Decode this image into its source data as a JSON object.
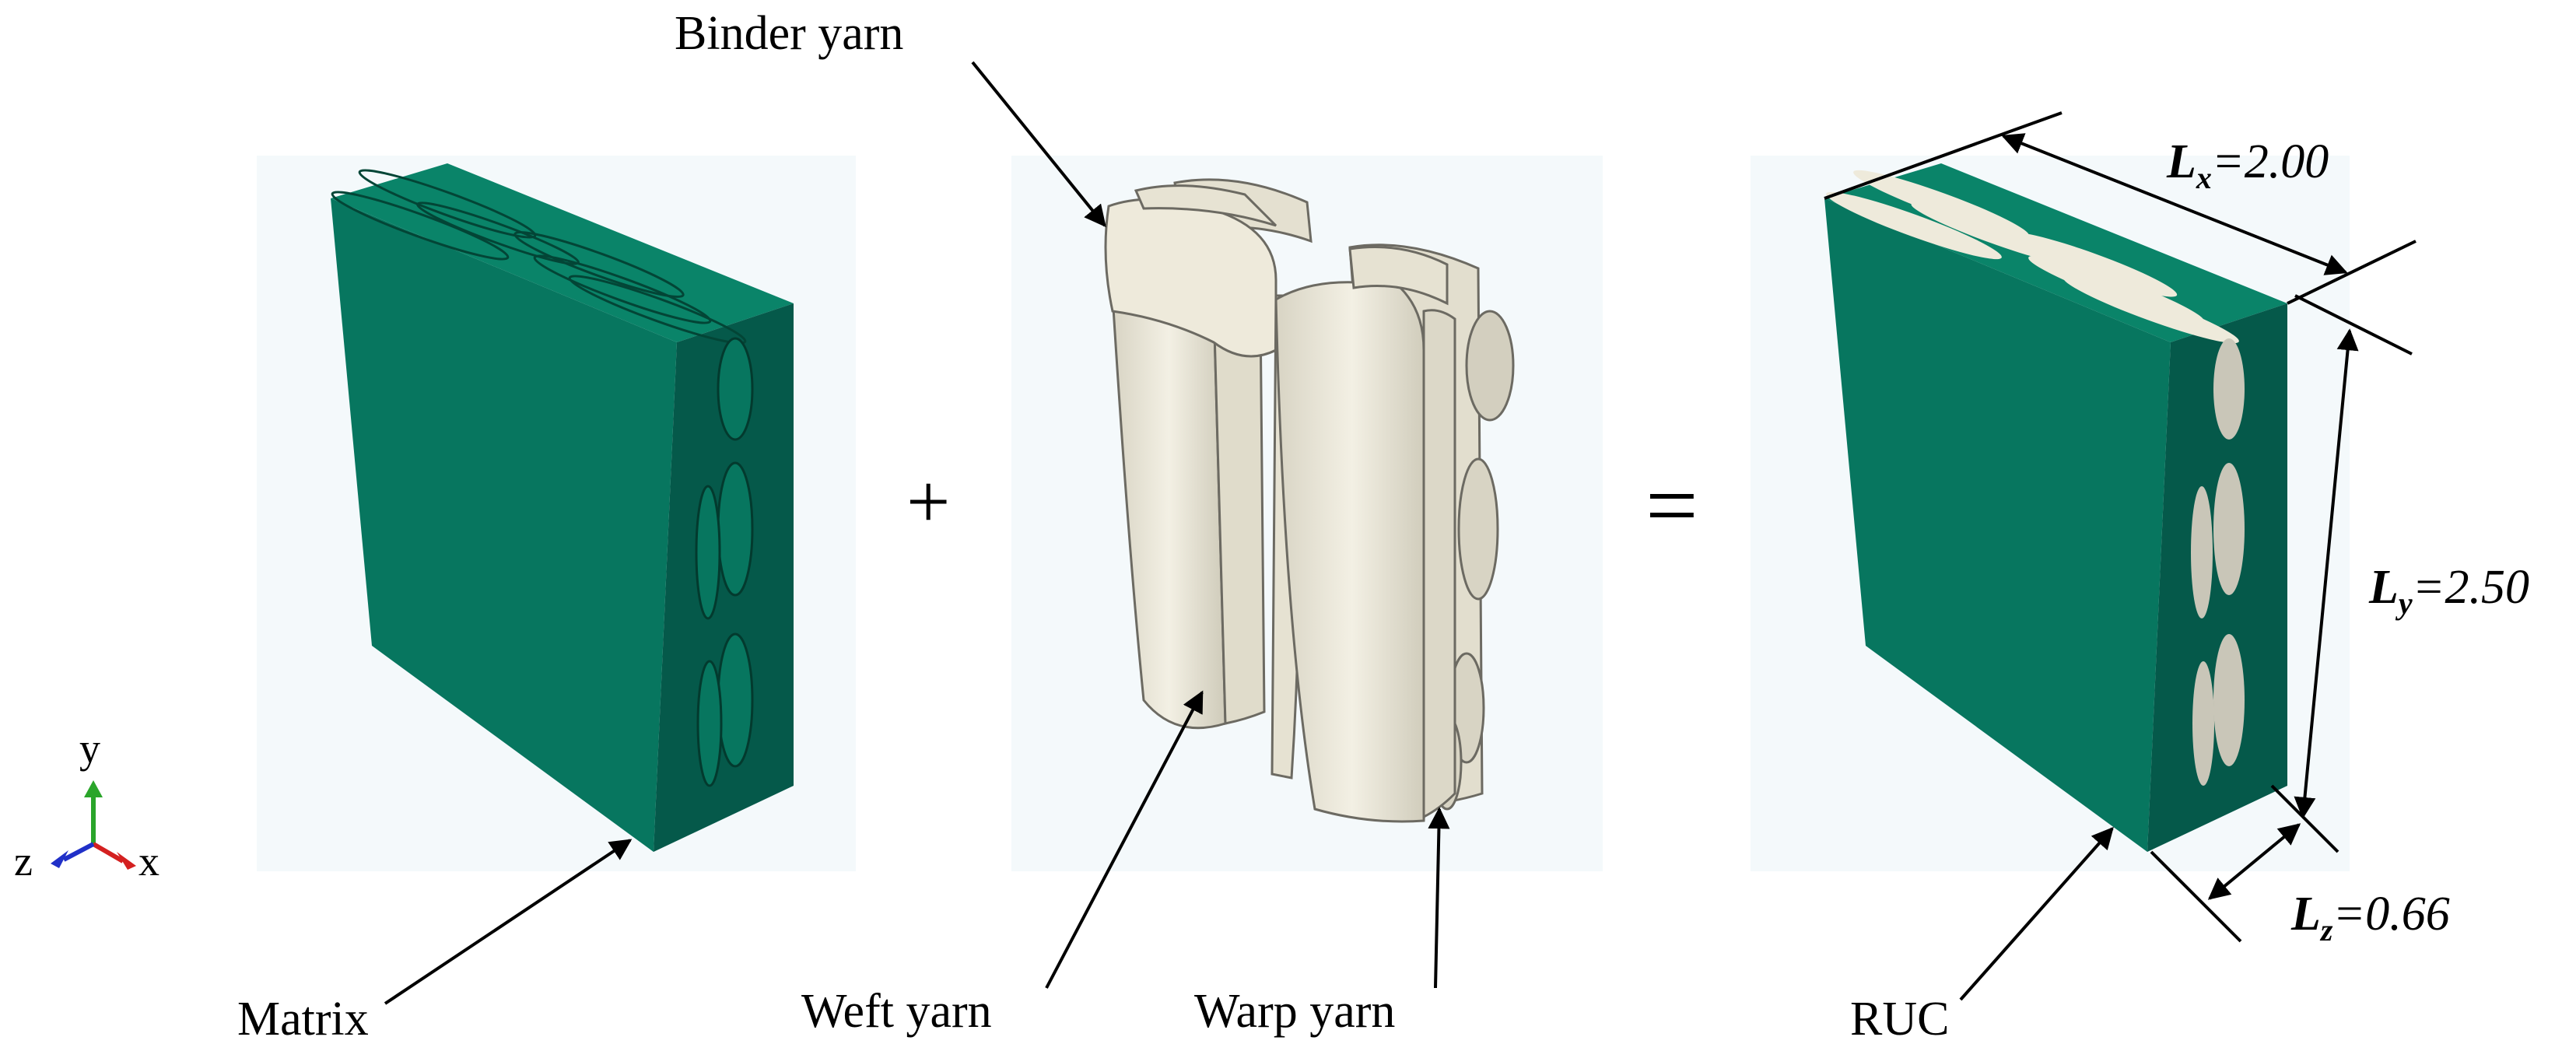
{
  "labels": {
    "binder_yarn": "Binder yarn",
    "matrix": "Matrix",
    "weft_yarn": "Weft yarn",
    "warp_yarn": "Warp yarn",
    "ruc": "RUC",
    "plus": "+",
    "equals": "="
  },
  "axes": {
    "y": "y",
    "z": "z",
    "x": "x"
  },
  "dimensions": {
    "lx": {
      "symbol": "L",
      "sub": "x",
      "value": "=2.00"
    },
    "ly": {
      "symbol": "L",
      "sub": "y",
      "value": "=2.50"
    },
    "lz": {
      "symbol": "L",
      "sub": "z",
      "value": "=0.66"
    }
  },
  "colors": {
    "matrix_front": "#07765f",
    "matrix_side": "#05594a",
    "matrix_top": "#0a8469",
    "yarn": "#eeeadb",
    "yarn_shade": "#cfcbbb",
    "panel_bg": "#f4f9fb",
    "axis_y": "#2aa52a",
    "axis_x": "#d42020",
    "axis_z": "#2030c8"
  }
}
